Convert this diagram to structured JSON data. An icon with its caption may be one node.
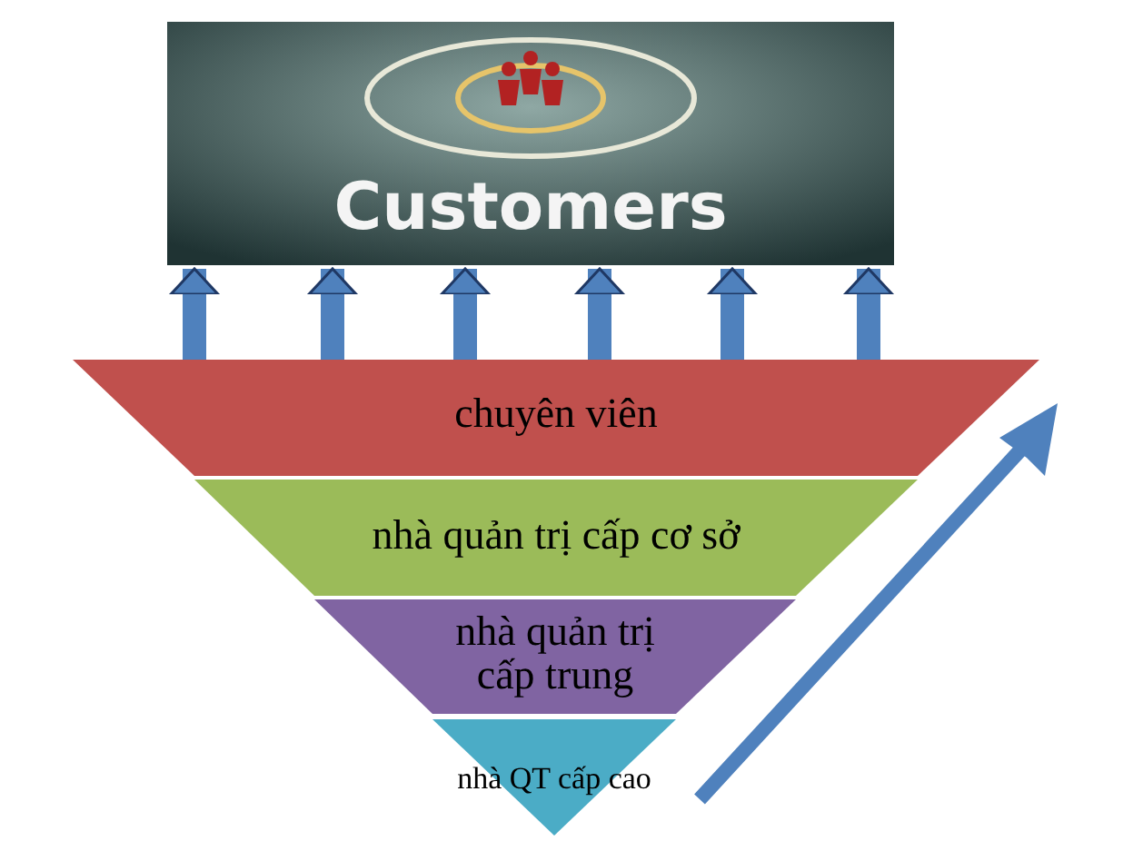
{
  "diagram": {
    "nodes": [
      {
        "text": [
          "Customers"
        ]
      },
      {
        "text": [
          "chuyên viên"
        ]
      },
      {
        "text": [
          "nhà quản trị cấp cơ sở"
        ]
      },
      {
        "text": [
          "nhà quản trị cấp trung"
        ]
      },
      {
        "text": [
          "nhà QT cấp cao"
        ]
      }
    ],
    "edges": [
      {
        "from": 1,
        "to": 0,
        "arrow": "to"
      },
      {
        "from": 1,
        "to": 0,
        "arrow": "to"
      },
      {
        "from": 1,
        "to": 0,
        "arrow": "to"
      },
      {
        "from": 1,
        "to": 0,
        "arrow": "to"
      },
      {
        "from": 1,
        "to": 0,
        "arrow": "to"
      },
      {
        "from": 1,
        "to": 0,
        "arrow": "to"
      }
    ]
  }
}
